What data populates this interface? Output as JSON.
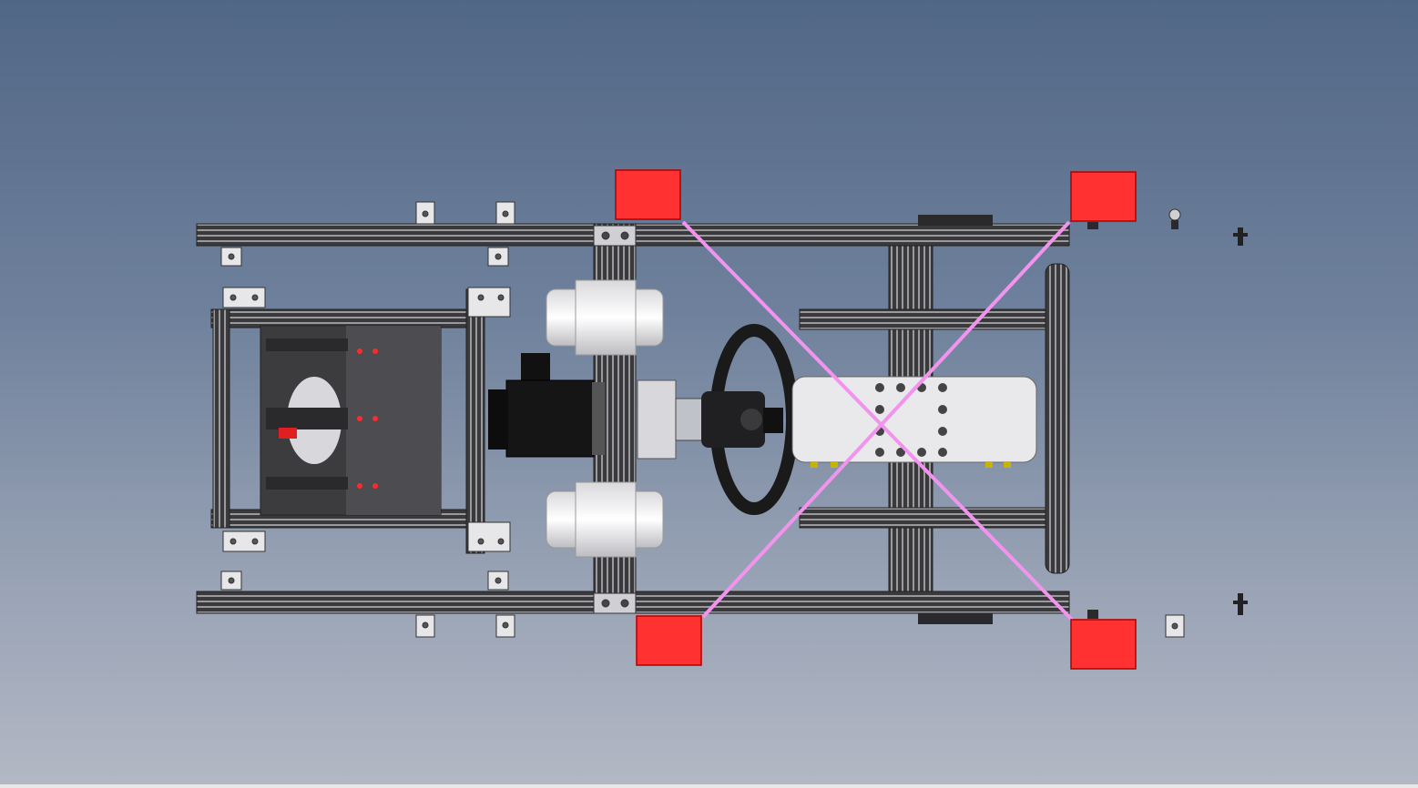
{
  "view": {
    "kind": "cad-top-view",
    "subject": "sim-racing-cockpit-frame",
    "background_top": "#516786",
    "background_bottom": "#b3b8c4"
  },
  "markers": {
    "color": "#ff3131",
    "count": 4
  },
  "diagonals": {
    "color": "#f294ee",
    "count": 2
  },
  "components": [
    {
      "name": "aluminum-profile-frame"
    },
    {
      "name": "seat"
    },
    {
      "name": "servo-motor"
    },
    {
      "name": "actuator-mounts"
    },
    {
      "name": "steering-wheel"
    },
    {
      "name": "pedal-plate"
    }
  ]
}
